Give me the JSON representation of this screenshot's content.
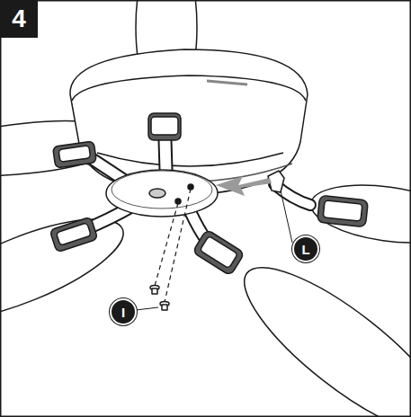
{
  "diagram": {
    "nodes": [
      {
        "text": [
          "4"
        ]
      },
      {
        "text": [
          "L"
        ]
      },
      {
        "text": [
          "I"
        ]
      }
    ]
  }
}
